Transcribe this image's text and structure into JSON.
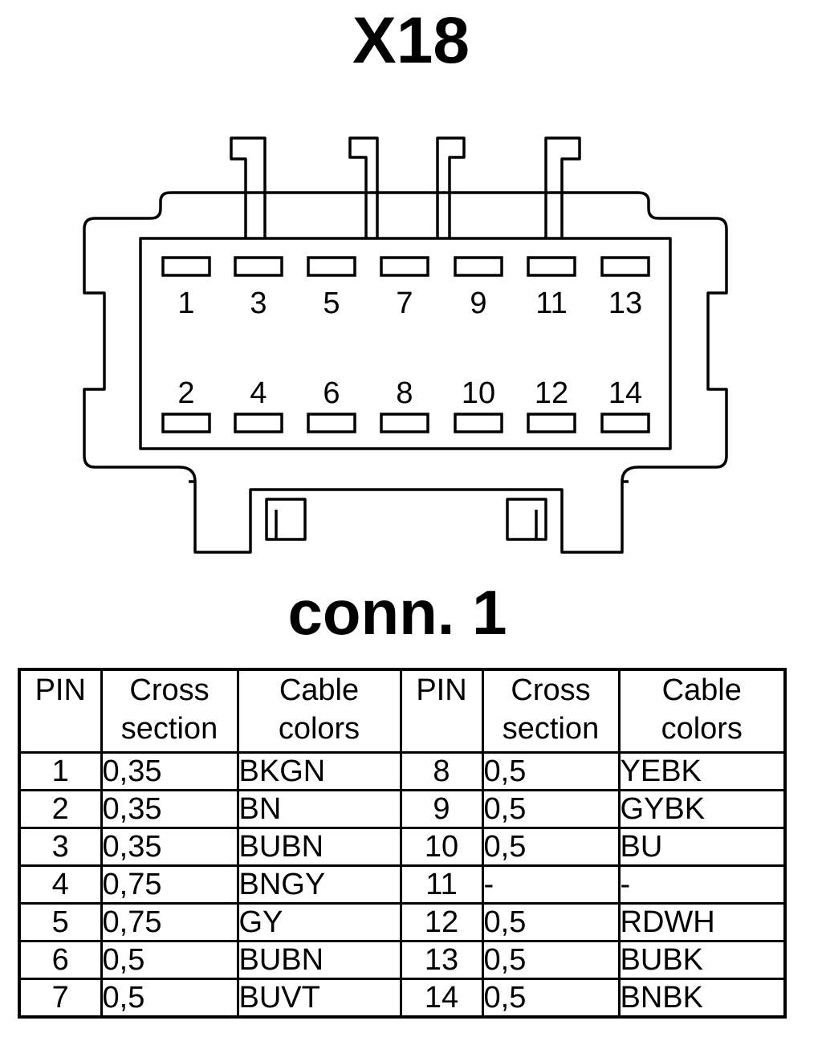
{
  "title": "X18",
  "subtitle": "conn. 1",
  "pins_top": [
    "1",
    "3",
    "5",
    "7",
    "9",
    "11",
    "13"
  ],
  "pins_bottom": [
    "2",
    "4",
    "6",
    "8",
    "10",
    "12",
    "14"
  ],
  "table": {
    "headers": {
      "pin": "PIN",
      "cross_line1": "Cross",
      "cross_line2": "section",
      "cable_line1": "Cable",
      "cable_line2": "colors"
    },
    "rows": [
      {
        "pin_a": "1",
        "cs_a": "0,35",
        "color_a": "BKGN",
        "pin_b": "8",
        "cs_b": "0,5",
        "color_b": "YEBK"
      },
      {
        "pin_a": "2",
        "cs_a": "0,35",
        "color_a": "BN",
        "pin_b": "9",
        "cs_b": "0,5",
        "color_b": "GYBK"
      },
      {
        "pin_a": "3",
        "cs_a": "0,35",
        "color_a": "BUBN",
        "pin_b": "10",
        "cs_b": "0,5",
        "color_b": "BU"
      },
      {
        "pin_a": "4",
        "cs_a": "0,75",
        "color_a": "BNGY",
        "pin_b": "11",
        "cs_b": "-",
        "color_b": "-"
      },
      {
        "pin_a": "5",
        "cs_a": "0,75",
        "color_a": "GY",
        "pin_b": "12",
        "cs_b": "0,5",
        "color_b": "RDWH"
      },
      {
        "pin_a": "6",
        "cs_a": "0,5",
        "color_a": "BUBN",
        "pin_b": "13",
        "cs_b": "0,5",
        "color_b": "BUBK"
      },
      {
        "pin_a": "7",
        "cs_a": "0,5",
        "color_a": "BUVT",
        "pin_b": "14",
        "cs_b": "0,5",
        "color_b": "BNBK"
      }
    ]
  }
}
